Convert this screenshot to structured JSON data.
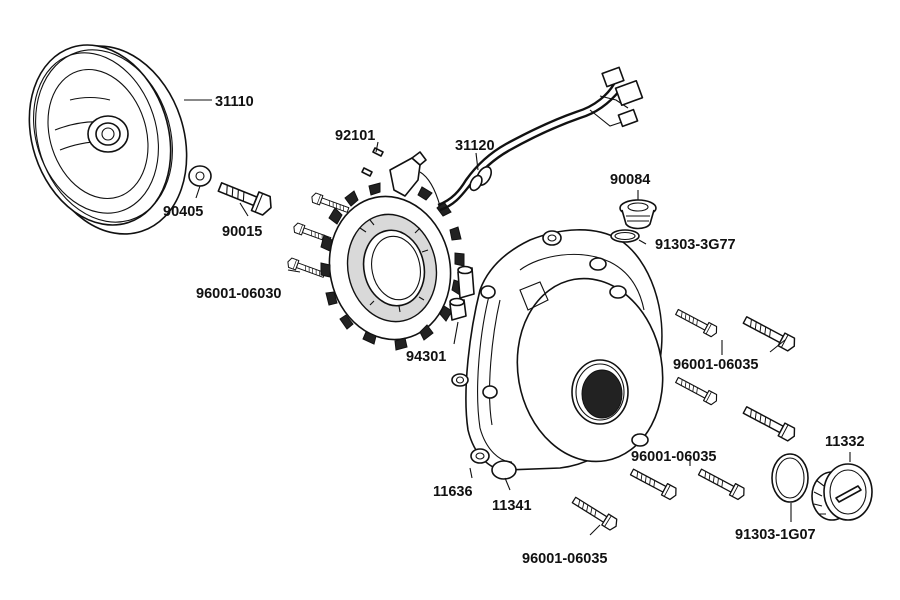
{
  "parts": [
    {
      "id": "flywheel",
      "number": "31110"
    },
    {
      "id": "washer",
      "number": "90405"
    },
    {
      "id": "flywheel-bolt",
      "number": "90015"
    },
    {
      "id": "pickup-screw",
      "number": "92101"
    },
    {
      "id": "stator-harness",
      "number": "31120"
    },
    {
      "id": "stator-bolts",
      "number": "96001-06030"
    },
    {
      "id": "dowel-pins",
      "number": "94301"
    },
    {
      "id": "timing-plug",
      "number": "90084"
    },
    {
      "id": "timing-plug-oring",
      "number": "91303-3G77"
    },
    {
      "id": "cover-bolts-upper",
      "number": "96001-06035"
    },
    {
      "id": "cover-bolts-middle",
      "number": "96001-06035"
    },
    {
      "id": "cover-bolts-lower",
      "number": "96001-06035"
    },
    {
      "id": "cover-gasket-dowel",
      "number": "11636"
    },
    {
      "id": "generator-cover",
      "number": "11341"
    },
    {
      "id": "cap",
      "number": "11332"
    },
    {
      "id": "cap-oring",
      "number": "91303-1G07"
    }
  ]
}
